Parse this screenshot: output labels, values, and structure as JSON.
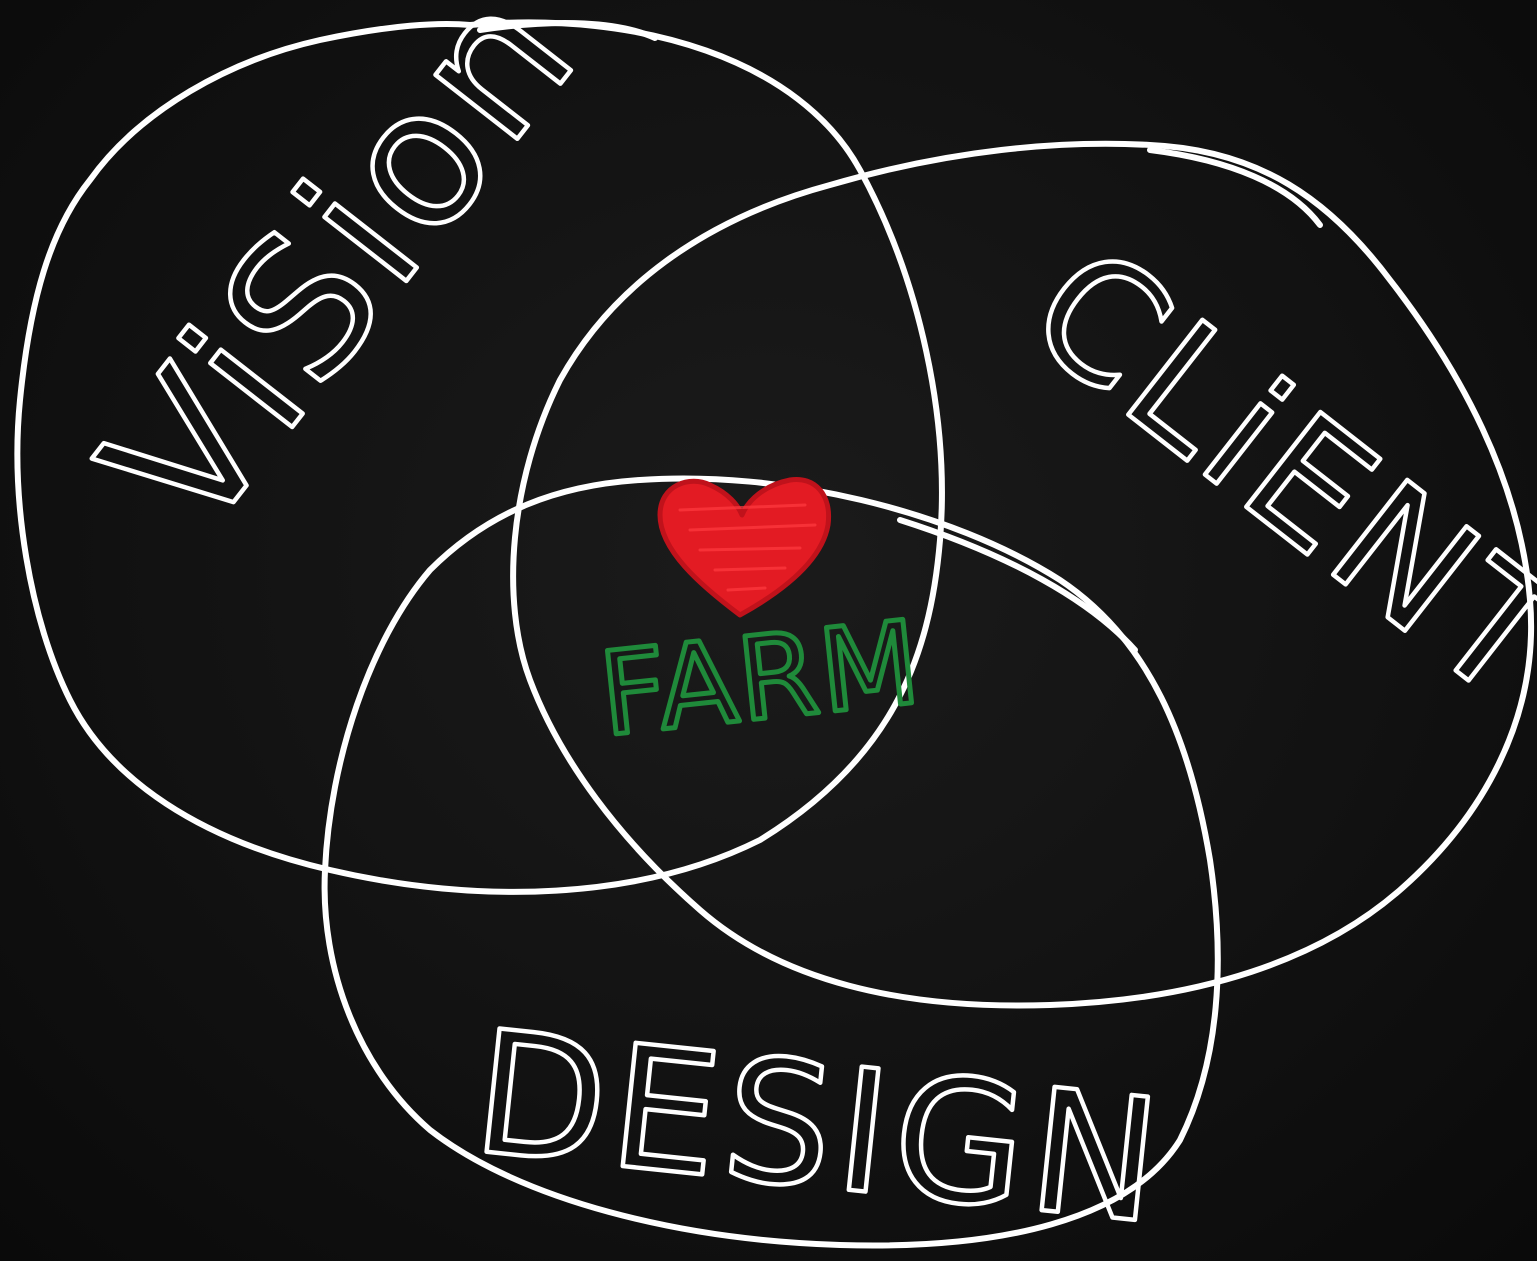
{
  "labels": {
    "vision": "ViSion",
    "client": "CLiENT",
    "design": "DESIGN",
    "center": "FARM"
  },
  "colors": {
    "background": "#121212",
    "chalk": "#ffffff",
    "heart": "#e31b23",
    "center_text": "#1f8a3a"
  },
  "icons": {
    "center_symbol": "heart-icon"
  }
}
